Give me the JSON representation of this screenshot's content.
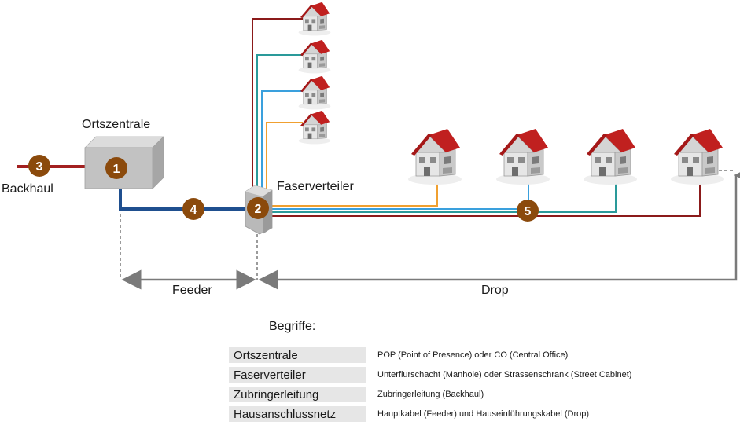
{
  "labels": {
    "ortszentrale": "Ortszentrale",
    "backhaul": "Backhaul",
    "faserverteiler": "Faserverteiler",
    "feeder": "Feeder",
    "drop": "Drop",
    "begriffe": "Begriffe:"
  },
  "markers": [
    "1",
    "2",
    "3",
    "4",
    "5"
  ],
  "colors": {
    "marker": "#8b4a0c",
    "backhaul": "#a32020",
    "feeder": "#1f4f8f",
    "fiber_red": "#8b1a1a",
    "fiber_teal": "#2a9a9a",
    "fiber_blue": "#3aa0dd",
    "fiber_orange": "#f0a030",
    "roof": "#c0201f",
    "dimension": "#7a7a7a"
  },
  "glossary": [
    {
      "term": "Ortszentrale",
      "desc": "POP (Point of Presence) oder CO (Central Office)"
    },
    {
      "term": "Faserverteiler",
      "desc": "Unterflurschacht (Manhole) oder Strassenschrank (Street Cabinet)"
    },
    {
      "term": "Zubringerleitung",
      "desc": "Zubringerleitung (Backhaul)"
    },
    {
      "term": "Hausanschlussnetz",
      "desc": "Hauptkabel (Feeder) und Hauseinführungskabel (Drop)"
    }
  ]
}
